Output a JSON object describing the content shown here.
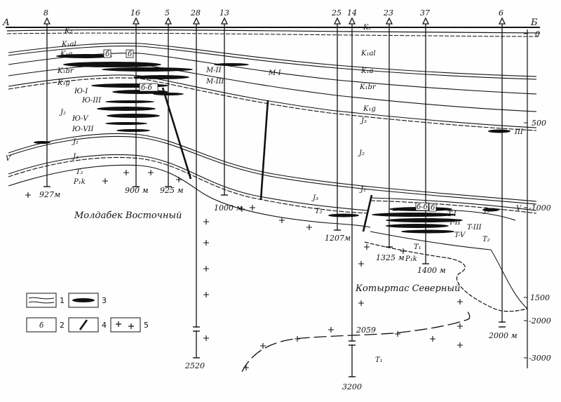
{
  "profile": {
    "start_label": "А",
    "end_label": "Б"
  },
  "wells": [
    {
      "number": "8",
      "depth": "927м"
    },
    {
      "number": "16",
      "depth": "900 м"
    },
    {
      "number": "5",
      "depth": "925 м"
    },
    {
      "number": "28",
      "depth": "2520"
    },
    {
      "number": "13",
      "depth": "1000 м"
    },
    {
      "number": "25",
      "depth": "1207м"
    },
    {
      "number": "14",
      "depth": "3200"
    },
    {
      "number": "23",
      "depth": "1325 м"
    },
    {
      "number": "37",
      "depth": "1400 м"
    },
    {
      "number": "6",
      "depth": "2000 м"
    }
  ],
  "scale": {
    "ticks": [
      "0",
      "500",
      "-1000",
      "1500",
      "-2000",
      "-3000"
    ],
    "unit": "м"
  },
  "fields": {
    "west": "Молдабек Восточный",
    "east": "Котыртас Северный"
  },
  "extra_depth": "2059",
  "strat_labels": {
    "k2_left": "K₂",
    "k2_right": "K₂",
    "k1al_left": "K₁al",
    "k1al_right": "K₁al",
    "k1a_left": "K₁a",
    "k1a_right": "K₁a",
    "k1br_left": "K₁br",
    "k1br_right": "K₁br",
    "k1g_left": "K₁g",
    "k1g_right": "K₁g",
    "j2_left": "J₂",
    "j2_right": "J₂",
    "j1_left": "J₁",
    "j1_right": "J₁",
    "j3_left": "J₃",
    "j3_mid": "J₃",
    "j3_right": "J₃",
    "j3_east": "J₃",
    "t2_left": "T₂",
    "t2_mid": "T₂",
    "t2_east": "T₂",
    "t1_east": "T₁",
    "t1_bottom": "T₁",
    "p1k_left": "P₁k",
    "p1k_east": "P₁k"
  },
  "horizons": {
    "m1": "М-I",
    "m2": "М-II",
    "m3": "М-III",
    "u1": "Ю-I",
    "u3": "Ю-III",
    "u5": "Ю-V",
    "u7": "Ю-VII",
    "t_1": "T-I",
    "t_2": "T-II",
    "t_3": "T-III",
    "t_5": "T-V",
    "iii": "III",
    "v_left": "V",
    "v_right": "V"
  },
  "symbols": {
    "b1": "б",
    "b2": "б",
    "b3": "б",
    "b4": "б-б",
    "b5": "б-б"
  },
  "legend": [
    {
      "num": "1",
      "symbol": "wavy-boundary-icon"
    },
    {
      "num": "2",
      "symbol": "bed-index-box-icon",
      "glyph": "б"
    },
    {
      "num": "3",
      "symbol": "lens-icon"
    },
    {
      "num": "4",
      "symbol": "fault-icon"
    },
    {
      "num": "5",
      "symbol": "basement-cross-icon"
    }
  ]
}
